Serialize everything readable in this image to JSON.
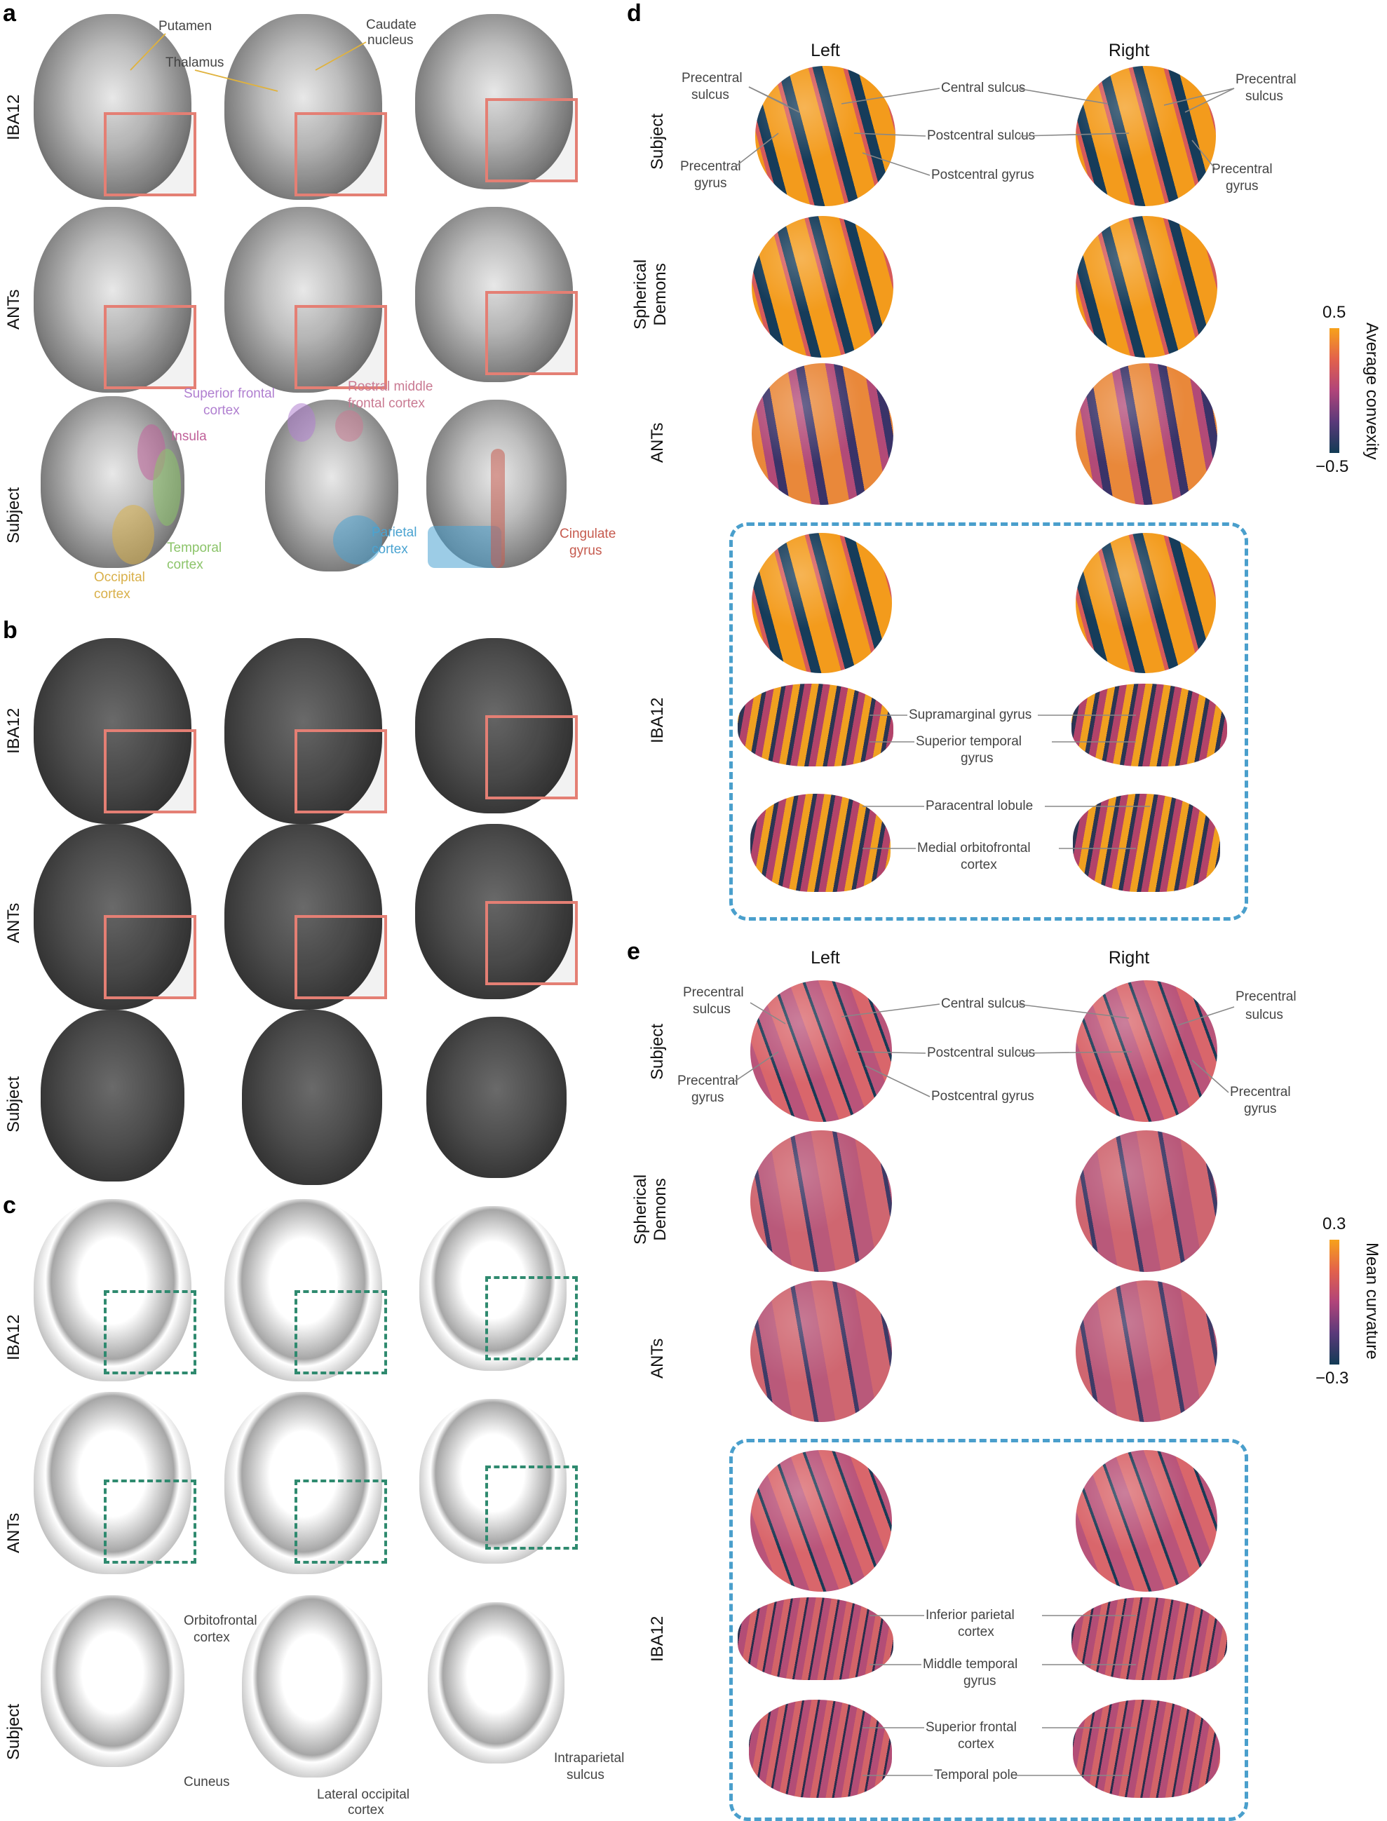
{
  "panels": {
    "a": "a",
    "b": "b",
    "c": "c",
    "d": "d",
    "e": "e"
  },
  "rows": {
    "iba12": "IBA12",
    "ants": "ANTs",
    "subject": "Subject",
    "spherical_1": "Spherical",
    "spherical_2": "Demons"
  },
  "columns": {
    "left": "Left",
    "right": "Right"
  },
  "panel_a": {
    "putamen": "Putamen",
    "thalamus": "Thalamus",
    "caudate_1": "Caudate",
    "caudate_2": "nucleus",
    "superior_frontal_1": "Superior frontal",
    "superior_frontal_2": "cortex",
    "rostral_1": "Rostral middle",
    "rostral_2": "frontal cortex",
    "insula": "Insula",
    "temporal_1": "Temporal",
    "temporal_2": "cortex",
    "occipital_1": "Occipital",
    "occipital_2": "cortex",
    "parietal_1": "Parietal",
    "parietal_2": "cortex",
    "cingulate_1": "Cingulate",
    "cingulate_2": "gyrus",
    "colors": {
      "superior_frontal": "#b07fd0",
      "rostral": "#c97a92",
      "insula": "#c0629a",
      "temporal": "#8cc46a",
      "occipital": "#d9b04a",
      "parietal": "#4aa3d1",
      "cingulate": "#c65b4f"
    }
  },
  "panel_c": {
    "orbitofrontal_1": "Orbitofrontal",
    "orbitofrontal_2": "cortex",
    "cuneus": "Cuneus",
    "lateral_occ_1": "Lateral occipital",
    "lateral_occ_2": "cortex",
    "intraparietal_1": "Intraparietal",
    "intraparietal_2": "sulcus"
  },
  "panel_d": {
    "precentral_sulcus_1": "Precentral",
    "precentral_sulcus_2": "sulcus",
    "precentral_gyrus_1": "Precentral",
    "precentral_gyrus_2": "gyrus",
    "central_sulcus": "Central sulcus",
    "postcentral_sulcus": "Postcentral sulcus",
    "postcentral_gyrus": "Postcentral gyrus",
    "supramarginal": "Supramarginal gyrus",
    "superior_temporal_1": "Superior temporal",
    "superior_temporal_2": "gyrus",
    "paracentral": "Paracentral lobule",
    "medial_orbito_1": "Medial orbitofrontal",
    "medial_orbito_2": "cortex",
    "colorbar_max": "0.5",
    "colorbar_min": "−0.5",
    "colorbar_title": "Average convexity"
  },
  "panel_e": {
    "precentral_sulcus_1": "Precentral",
    "precentral_sulcus_2": "sulcus",
    "precentral_gyrus_1": "Precentral",
    "precentral_gyrus_2": "gyrus",
    "central_sulcus": "Central sulcus",
    "postcentral_sulcus": "Postcentral sulcus",
    "postcentral_gyrus": "Postcentral gyrus",
    "inferior_parietal_1": "Inferior parietal",
    "inferior_parietal_2": "cortex",
    "middle_temporal_1": "Middle temporal",
    "middle_temporal_2": "gyrus",
    "superior_frontal_1": "Superior frontal",
    "superior_frontal_2": "cortex",
    "temporal_pole": "Temporal pole",
    "colorbar_max": "0.3",
    "colorbar_min": "−0.3",
    "colorbar_title": "Mean curvature"
  },
  "colors": {
    "inset_solid": "#e47f74",
    "inset_dashed": "#2f8a6f",
    "dashbox": "#4a9fcc",
    "colorbar_top": "#f7a21b",
    "colorbar_mid": "#b0447a",
    "colorbar_bottom": "#123b55"
  }
}
